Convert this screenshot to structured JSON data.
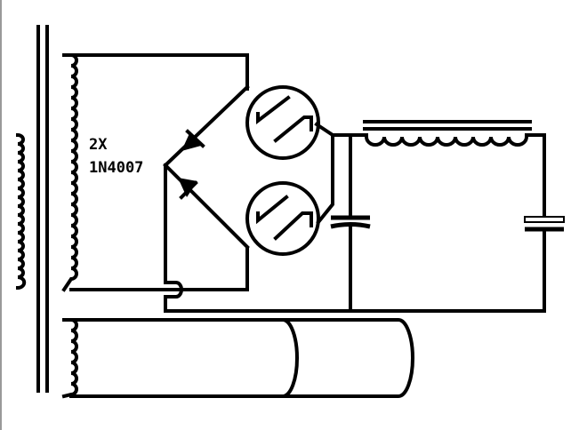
{
  "diagram": {
    "labels": {
      "diode_count": "2X",
      "diode_part": "1N4007"
    },
    "components": {
      "power_transformer": "transformer",
      "rectifier_tubes": 2,
      "diodes": 2,
      "filter_choke": "inductor",
      "capacitors": 2
    },
    "colors": {
      "ink": "#000000",
      "background": "#ffffff"
    }
  }
}
